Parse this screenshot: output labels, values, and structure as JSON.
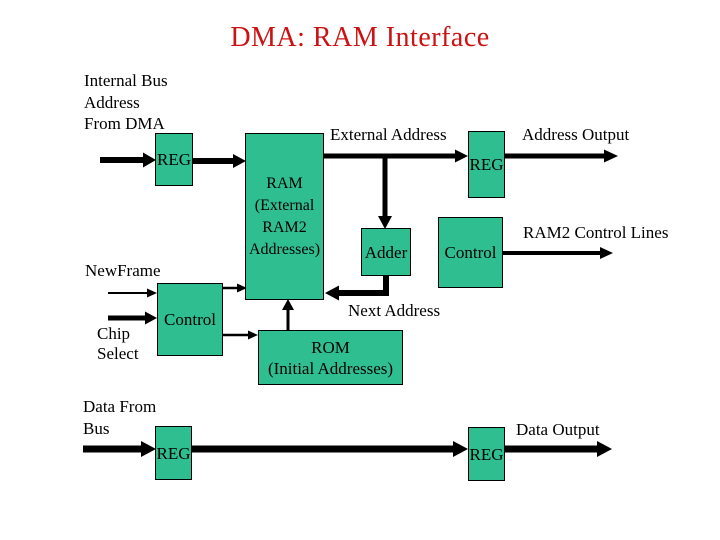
{
  "title": "DMA: RAM Interface",
  "colors": {
    "background": "#ffffff",
    "title_red": "#cc1212",
    "block_fill": "#2fbe90",
    "block_border": "#000000",
    "wire_black": "#000000",
    "text_black": "#000000"
  },
  "annotations": {
    "internal_bus": {
      "line1": "Internal Bus",
      "line2": "Address",
      "line3": "From DMA"
    },
    "external_address": "External Address",
    "address_output": "Address Output",
    "ram2_control_lines": "RAM2 Control Lines",
    "new_frame": "NewFrame",
    "chip_select": {
      "line1": "Chip",
      "line2": "Select"
    },
    "next_address": "Next Address",
    "data_from_bus": {
      "line1": "Data From",
      "line2": "Bus"
    },
    "data_output": "Data Output"
  },
  "blocks": {
    "reg_address_in": "REG",
    "ram": {
      "line1": "RAM",
      "line2": "(External",
      "line3": "RAM2",
      "line4": "Addresses)"
    },
    "reg_address_out": "REG",
    "adder": "Adder",
    "control_ram2": "Control",
    "control_sequencer": "Control",
    "rom": {
      "line1": "ROM",
      "line2": "(Initial Addresses)"
    },
    "reg_data_in": "REG",
    "reg_data_out": "REG"
  }
}
